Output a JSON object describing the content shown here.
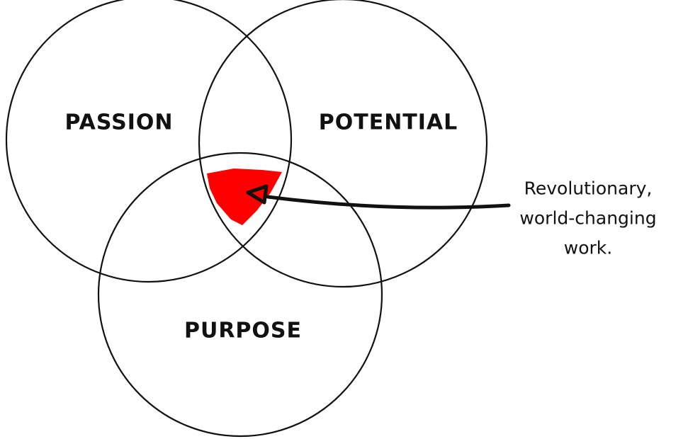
{
  "circles": [
    {
      "label": "PASSION"
    },
    {
      "label": "POTENTIAL"
    },
    {
      "label": "PURPOSE"
    }
  ],
  "annotation": {
    "lines": [
      "Revolutionary,",
      "world-changing",
      "work."
    ]
  },
  "colors": {
    "highlight": "#ff0000",
    "stroke": "#111111"
  }
}
